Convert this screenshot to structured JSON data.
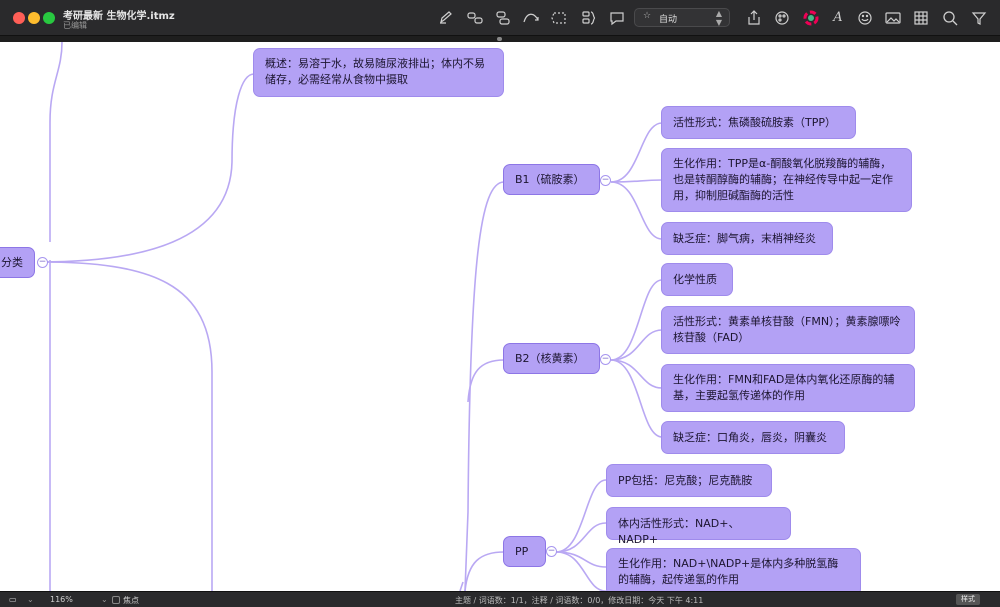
{
  "window": {
    "title": "考研最新 生物化学.itmz",
    "subtitle": "已编辑"
  },
  "toolbar": {
    "zoom_mode": "自动",
    "icons": [
      "pen-icon",
      "topic-icon",
      "subtopic-icon",
      "relation-icon",
      "boundary-icon",
      "summary-icon",
      "comment-icon",
      "share-icon",
      "theme-icon",
      "color-icon",
      "font-icon",
      "emoji-icon",
      "image-icon",
      "table-icon",
      "search-icon",
      "filter-icon"
    ]
  },
  "mindmap": {
    "root_fragment": "分类",
    "overview": "概述：易溶于水，故易随尿液排出；体内不易储存，必需经常从食物中摄取",
    "b1": {
      "label": "B1（硫胺素）",
      "children": [
        "活性形式：焦磷酸硫胺素（TPP）",
        "生化作用：TPP是α-酮酸氧化脱羧酶的辅酶，也是转酮醇酶的辅酶；在神经传导中起一定作用，抑制胆碱酯酶的活性",
        "缺乏症：脚气病，末梢神经炎"
      ]
    },
    "b2": {
      "label": "B2（核黄素）",
      "children": [
        "化学性质",
        "活性形式：黄素单核苷酸（FMN）；黄素腺嘌呤核苷酸（FAD）",
        "生化作用：FMN和FAD是体内氧化还原酶的辅基，主要起氢传递体的作用",
        "缺乏症：口角炎，唇炎，阴囊炎"
      ]
    },
    "pp": {
      "label": "PP",
      "children": [
        "PP包括：尼克酸；尼克酰胺",
        "体内活性形式：NAD+、NADP+",
        "生化作用：NAD+\\NADP+是体内多种脱氢酶的辅酶，起传递氢的作用"
      ]
    },
    "collapse_symbol": "−"
  },
  "statusbar": {
    "zoom": "116%",
    "focus": "焦点",
    "stats": "主题 / 词语数：1/1，注释 / 词语数：0/0，修改日期：今天 下午 4:11",
    "style_button": "样式"
  },
  "colors": {
    "node_fill": "#b3a1f5",
    "line": "#b9a8f3",
    "chrome": "#2a2a2c"
  }
}
